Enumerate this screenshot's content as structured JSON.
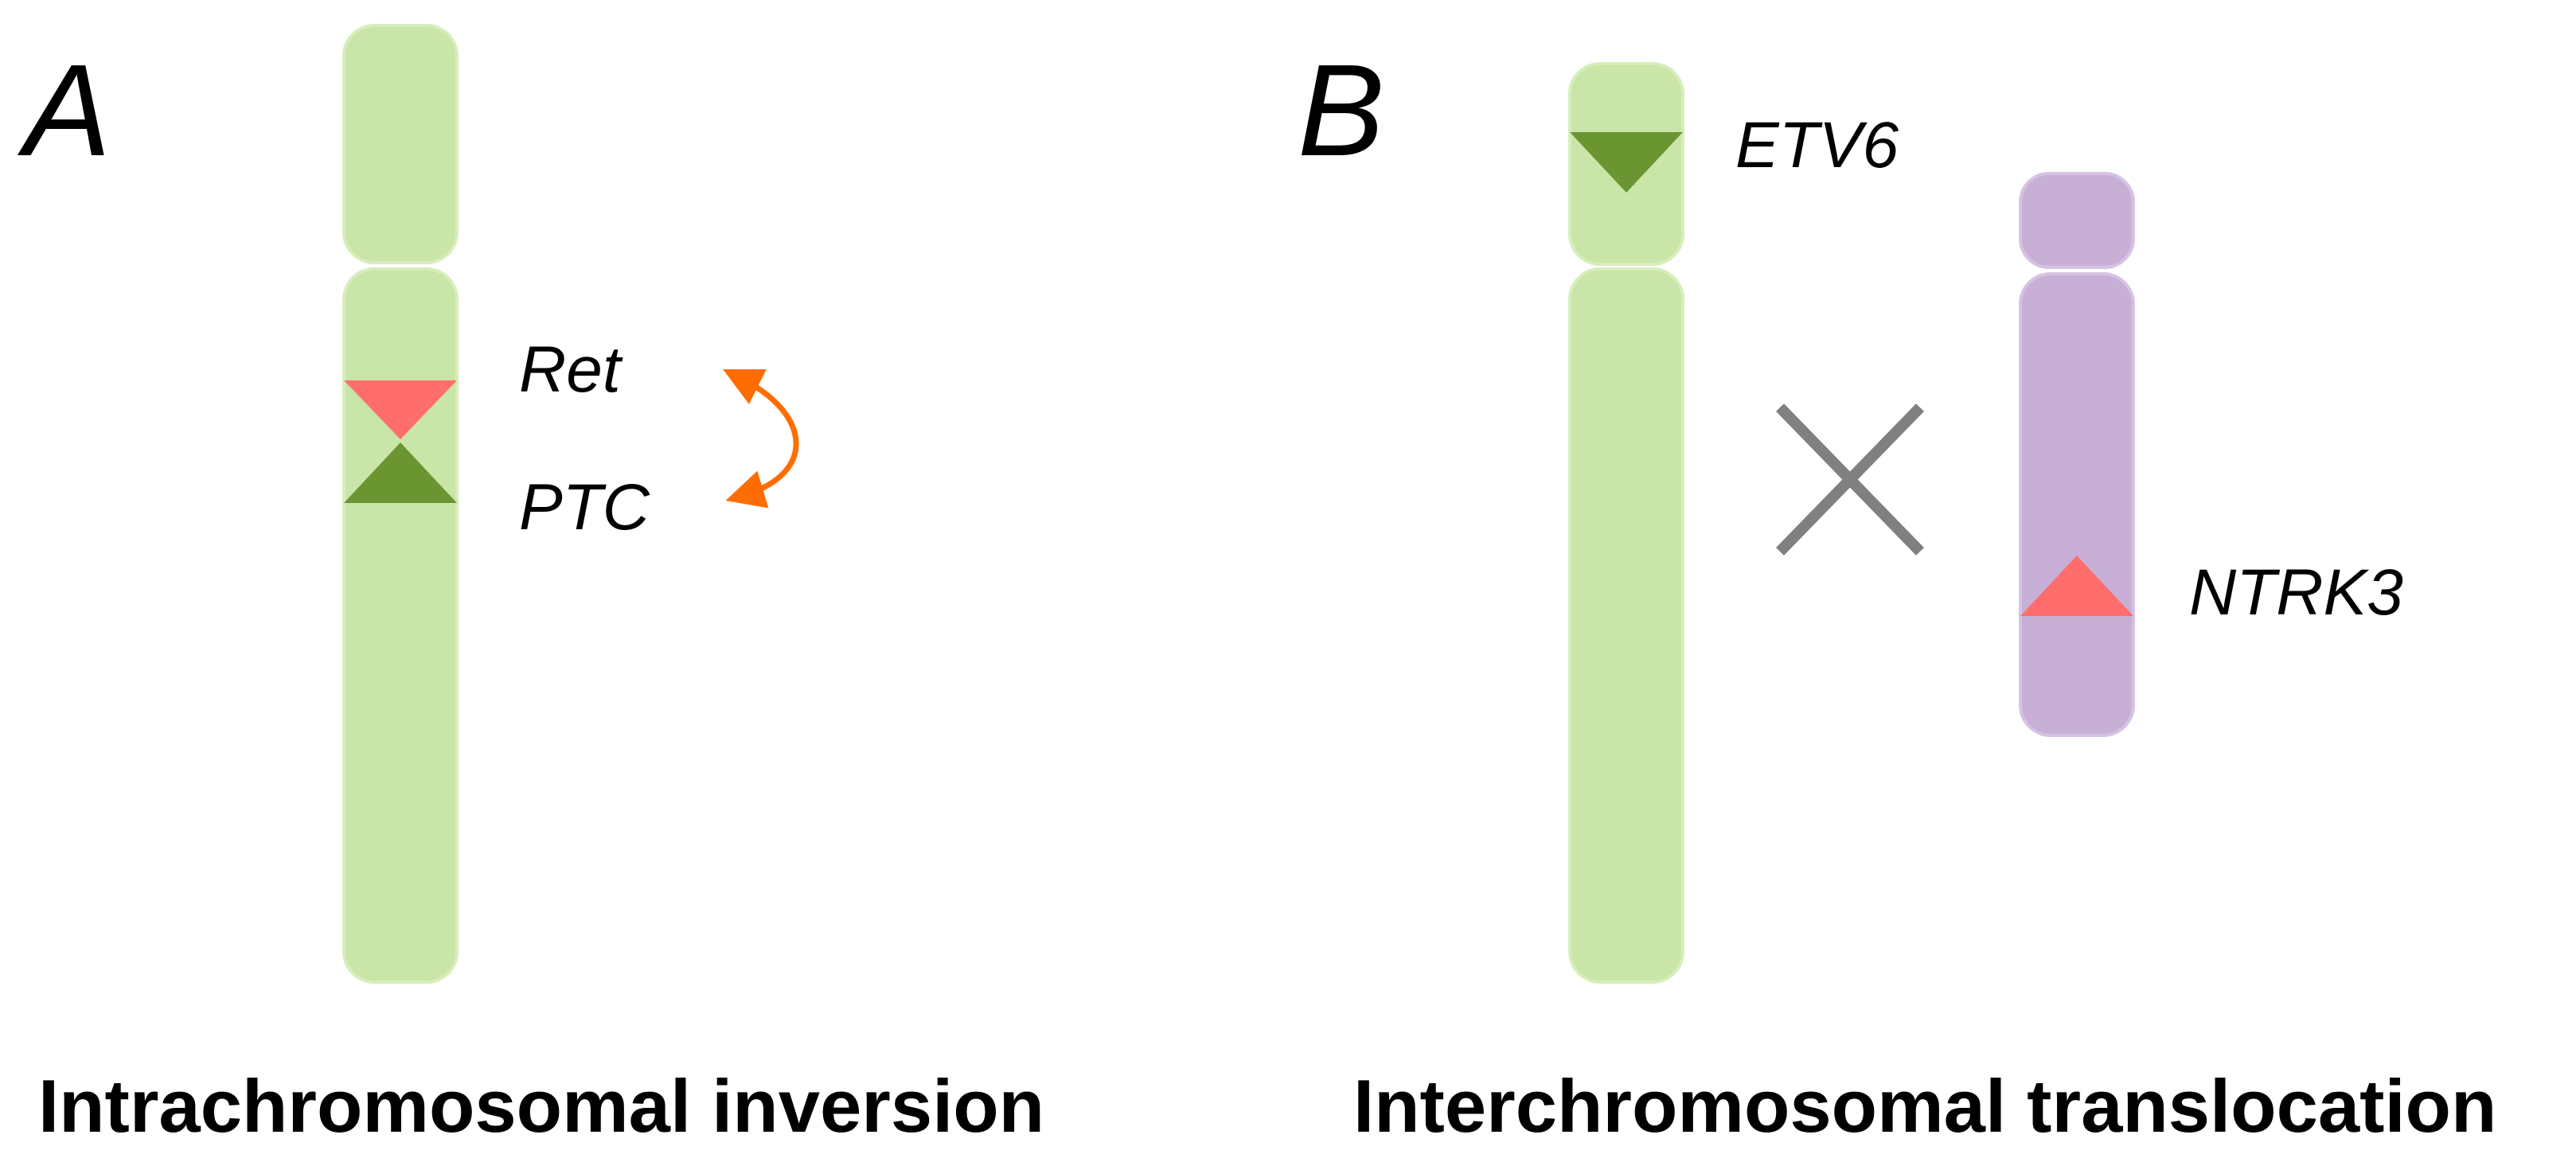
{
  "colors": {
    "chromosome_green": "#c9e5a7",
    "chromosome_green_outline": "#d6eebb",
    "chromosome_purple": "#c8afd6",
    "chromosome_purple_outline": "#d6c2e2",
    "band_red": "#ff6e6c",
    "band_dark_green": "#6b9531",
    "arrow_orange": "#ff6d00",
    "cross_gray": "#808080",
    "text": "#000000"
  },
  "panel_a": {
    "letter": "A",
    "genes": {
      "ret": "Ret",
      "ptc": "PTC"
    },
    "caption": "Intrachromosomal inversion",
    "icons": [
      "inversion-arrow-icon"
    ]
  },
  "panel_b": {
    "letter": "B",
    "genes": {
      "etv6": "ETV6",
      "ntrk3": "NTRK3"
    },
    "caption": "Interchromosomal translocation",
    "icons": [
      "translocation-cross-icon"
    ]
  }
}
